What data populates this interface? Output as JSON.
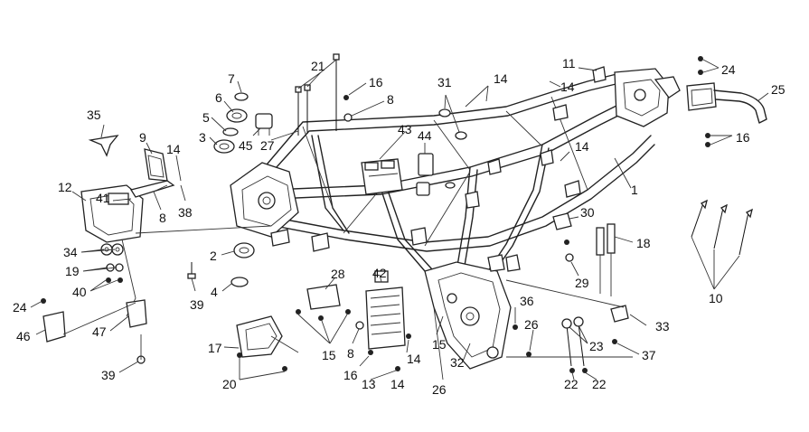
{
  "labels": [
    {
      "id": "p35",
      "text": "35"
    },
    {
      "id": "p9",
      "text": "9"
    },
    {
      "id": "p14a",
      "text": "14"
    },
    {
      "id": "p12",
      "text": "12"
    },
    {
      "id": "p41",
      "text": "41"
    },
    {
      "id": "p8a",
      "text": "8"
    },
    {
      "id": "p38",
      "text": "38"
    },
    {
      "id": "p34",
      "text": "34"
    },
    {
      "id": "p19",
      "text": "19"
    },
    {
      "id": "p40",
      "text": "40"
    },
    {
      "id": "p24a",
      "text": "24"
    },
    {
      "id": "p46",
      "text": "46"
    },
    {
      "id": "p47",
      "text": "47"
    },
    {
      "id": "p39a",
      "text": "39"
    },
    {
      "id": "p7",
      "text": "7"
    },
    {
      "id": "p6",
      "text": "6"
    },
    {
      "id": "p5",
      "text": "5"
    },
    {
      "id": "p3",
      "text": "3"
    },
    {
      "id": "p45",
      "text": "45"
    },
    {
      "id": "p27",
      "text": "27"
    },
    {
      "id": "p2",
      "text": "2"
    },
    {
      "id": "p4",
      "text": "4"
    },
    {
      "id": "p39b",
      "text": "39"
    },
    {
      "id": "p17",
      "text": "17"
    },
    {
      "id": "p20",
      "text": "20"
    },
    {
      "id": "p21",
      "text": "21"
    },
    {
      "id": "p16a",
      "text": "16"
    },
    {
      "id": "p8b",
      "text": "8"
    },
    {
      "id": "p43",
      "text": "43"
    },
    {
      "id": "p44",
      "text": "44"
    },
    {
      "id": "p31",
      "text": "31"
    },
    {
      "id": "p14b",
      "text": "14"
    },
    {
      "id": "p11",
      "text": "11"
    },
    {
      "id": "p14c",
      "text": "14"
    },
    {
      "id": "p24b",
      "text": "24"
    },
    {
      "id": "p25",
      "text": "25"
    },
    {
      "id": "p16b",
      "text": "16"
    },
    {
      "id": "p14d",
      "text": "14"
    },
    {
      "id": "p1",
      "text": "1"
    },
    {
      "id": "p30",
      "text": "30"
    },
    {
      "id": "p18",
      "text": "18"
    },
    {
      "id": "p29",
      "text": "29"
    },
    {
      "id": "p10",
      "text": "10"
    },
    {
      "id": "p28",
      "text": "28"
    },
    {
      "id": "p42",
      "text": "42"
    },
    {
      "id": "p15a",
      "text": "15"
    },
    {
      "id": "p8c",
      "text": "8"
    },
    {
      "id": "p16c",
      "text": "16"
    },
    {
      "id": "p13",
      "text": "13"
    },
    {
      "id": "p14e",
      "text": "14"
    },
    {
      "id": "p14f",
      "text": "14"
    },
    {
      "id": "p15b",
      "text": "15"
    },
    {
      "id": "p26a",
      "text": "26"
    },
    {
      "id": "p32",
      "text": "32"
    },
    {
      "id": "p36",
      "text": "36"
    },
    {
      "id": "p26b",
      "text": "26"
    },
    {
      "id": "p23",
      "text": "23"
    },
    {
      "id": "p33",
      "text": "33"
    },
    {
      "id": "p37",
      "text": "37"
    },
    {
      "id": "p22a",
      "text": "22"
    },
    {
      "id": "p22b",
      "text": "22"
    }
  ]
}
